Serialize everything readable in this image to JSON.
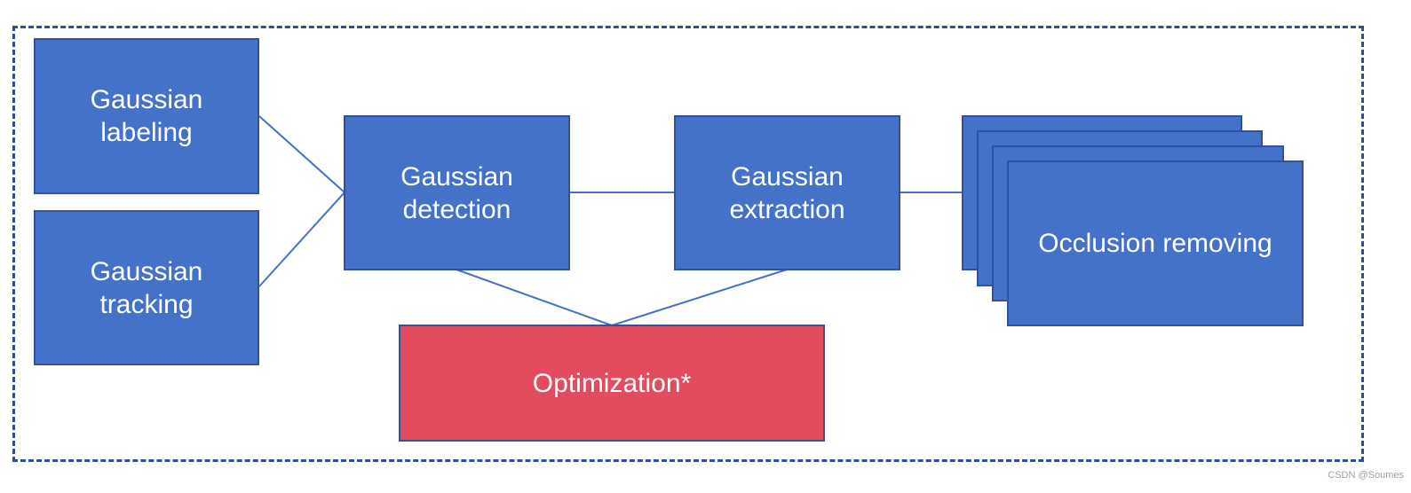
{
  "diagram": {
    "nodes": {
      "labeling": "Gaussian\nlabeling",
      "tracking": "Gaussian\ntracking",
      "detection": "Gaussian\ndetection",
      "extraction": "Gaussian\nextraction",
      "occlusion": "Occlusion removing",
      "optimization": "Optimization*"
    },
    "edges": [
      [
        "labeling",
        "detection"
      ],
      [
        "tracking",
        "detection"
      ],
      [
        "detection",
        "extraction"
      ],
      [
        "extraction",
        "occlusion"
      ],
      [
        "detection",
        "optimization"
      ],
      [
        "extraction",
        "optimization"
      ]
    ],
    "colors": {
      "node_fill": "#4472c8",
      "node_border": "#2f52a0",
      "highlight_fill": "#e34b5e",
      "edge": "#4472c8",
      "frame_border": "#2f4f94"
    }
  },
  "watermark": "CSDN @Soumes"
}
